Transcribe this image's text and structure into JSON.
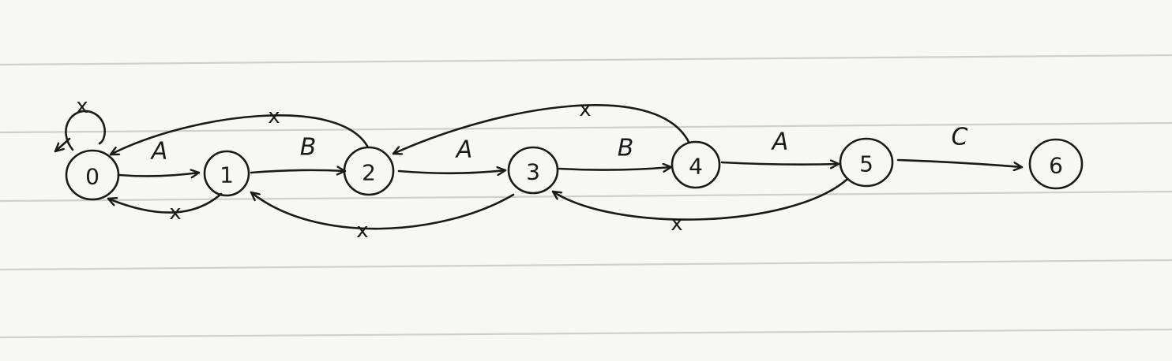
{
  "diagram": {
    "states": [
      {
        "id": "0",
        "label": "0"
      },
      {
        "id": "1",
        "label": "1"
      },
      {
        "id": "2",
        "label": "2"
      },
      {
        "id": "3",
        "label": "3"
      },
      {
        "id": "4",
        "label": "4"
      },
      {
        "id": "5",
        "label": "5"
      },
      {
        "id": "6",
        "label": "6"
      }
    ],
    "transitions": [
      {
        "from": "0",
        "to": "1",
        "label": "A"
      },
      {
        "from": "1",
        "to": "2",
        "label": "B"
      },
      {
        "from": "2",
        "to": "3",
        "label": "A"
      },
      {
        "from": "3",
        "to": "4",
        "label": "B"
      },
      {
        "from": "4",
        "to": "5",
        "label": "A"
      },
      {
        "from": "5",
        "to": "6",
        "label": "C"
      },
      {
        "from": "0",
        "to": "0",
        "label": "x"
      },
      {
        "from": "1",
        "to": "0",
        "label": "x"
      },
      {
        "from": "2",
        "to": "0",
        "label": "x"
      },
      {
        "from": "3",
        "to": "1",
        "label": "x"
      },
      {
        "from": "4",
        "to": "2",
        "label": "x"
      },
      {
        "from": "5",
        "to": "3",
        "label": "x"
      }
    ]
  }
}
